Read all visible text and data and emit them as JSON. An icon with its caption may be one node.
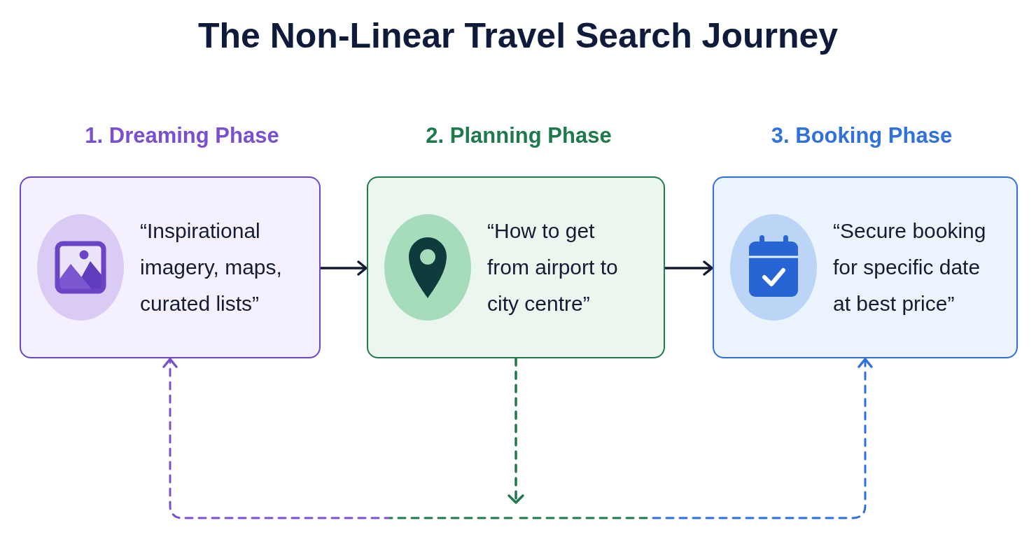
{
  "diagram": {
    "title": "The Non-Linear Travel Search Journey",
    "nodes": [
      {
        "text": [
          "1. Dreaming Phase",
          "“Inspirational imagery, maps, curated lists”"
        ]
      },
      {
        "text": [
          "2. Planning Phase",
          "“How to get from airport to city centre”"
        ]
      },
      {
        "text": [
          "3. Booking Phase",
          "“Secure booking for specific date at best price”"
        ]
      }
    ],
    "edges": [
      {
        "from": 0,
        "to": 1,
        "arrow": "to"
      },
      {
        "from": 1,
        "to": 2,
        "arrow": "to"
      },
      {
        "from": 1,
        "to": 0,
        "arrow": "to",
        "style": "dashed",
        "color": "#7a50d0"
      },
      {
        "from": 1,
        "to": 2,
        "arrow": "to",
        "style": "dashed",
        "color": "#2d6fe0"
      }
    ]
  }
}
